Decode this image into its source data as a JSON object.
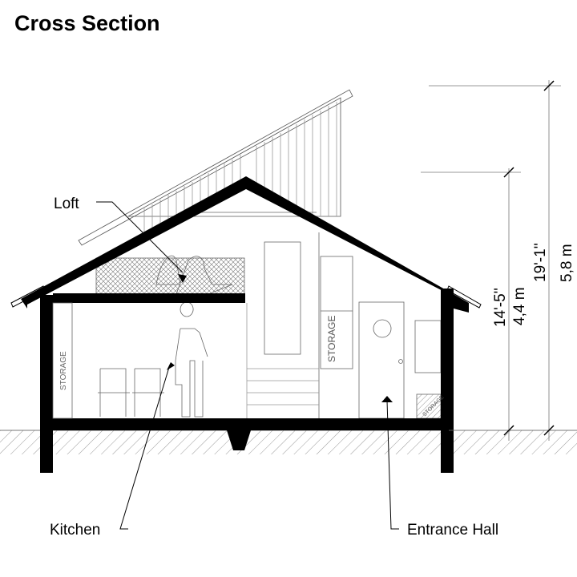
{
  "title": "Cross Section",
  "labels": {
    "loft": "Loft",
    "kitchen": "Kitchen",
    "entrance_hall": "Entrance Hall",
    "storage_left": "STORAGE",
    "storage_middle": "STORAGE",
    "storage_right": "STORAGE"
  },
  "dimensions": {
    "wall_height_imperial": "14'-5''",
    "wall_height_metric": "4,4 m",
    "total_height_imperial": "19'-1''",
    "total_height_metric": "5,8 m"
  },
  "colors": {
    "line": "#000000",
    "hatch": "#888888"
  }
}
